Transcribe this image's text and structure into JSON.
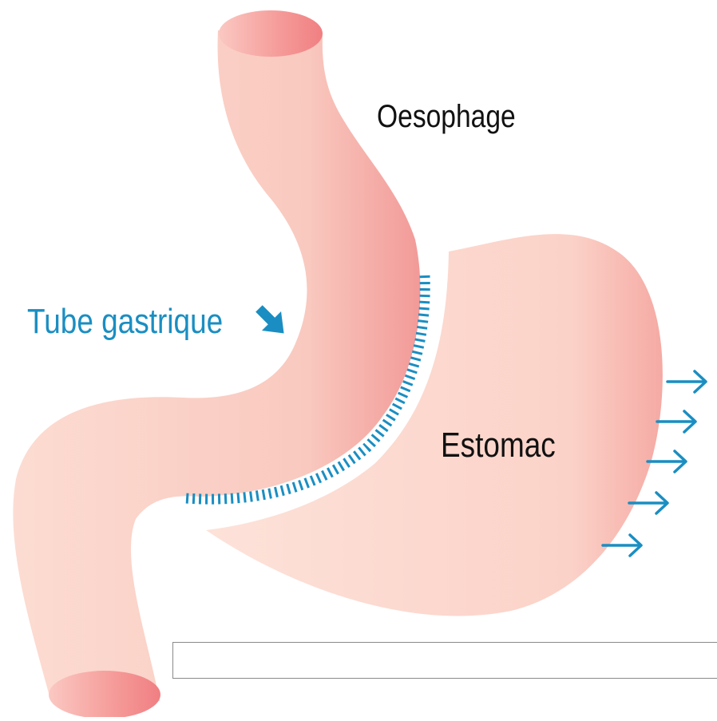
{
  "labels": {
    "oesophagus": "Oesophage",
    "stomach": "Estomac",
    "gastric_tube": "Tube gastrique"
  },
  "icons": {
    "gastric_tube_pointer": "diagonal-down-right-arrow-icon",
    "stomach_removal": "right-arrow-icon"
  },
  "removal_arrow_count": 5,
  "colors": {
    "tissue_light": "#fcddd3",
    "tissue_mid": "#f9c6bc",
    "tissue_dark": "#f28c8c",
    "staple_line": "#1a8ec2",
    "arrow": "#1a8ec2",
    "text_dark": "#111111",
    "text_blue": "#1a8ec2"
  },
  "caption_box": {
    "text": ""
  }
}
